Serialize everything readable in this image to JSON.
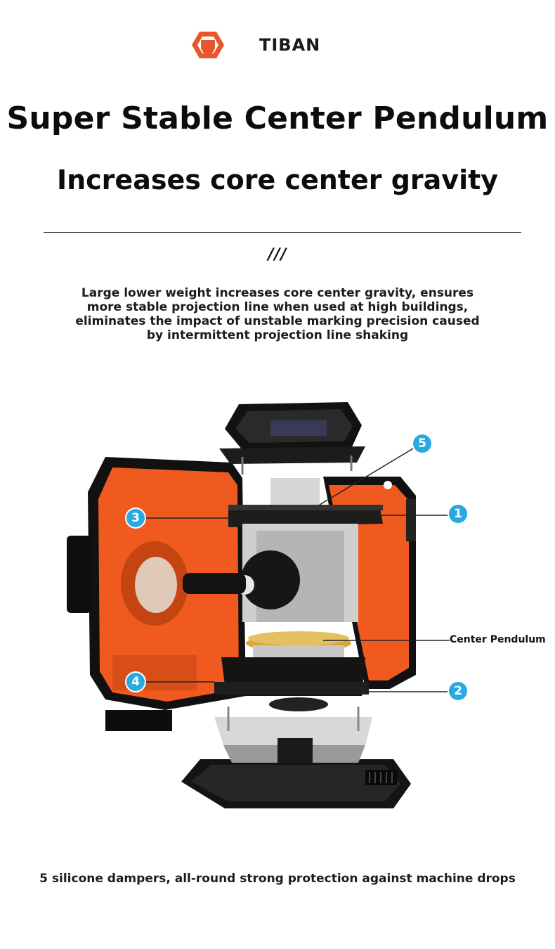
{
  "brand": {
    "name": "TIBAN",
    "logo_icon": "tiban-hexagon-logo-icon",
    "accent_color": "#e8562a"
  },
  "heading": {
    "title": "Super Stable Center Pendulum",
    "subtitle": "Increases core center gravity"
  },
  "separator_glyph": "///",
  "description": "Large lower weight increases core center gravity, ensures more stable projection line when used at high buildings, eliminates the impact of unstable marking precision caused by intermittent projection line shaking",
  "illustration": {
    "subject": "laser-level-exploded-icon",
    "body_color": "#f05a1e",
    "callouts": {
      "c1": "1",
      "c2": "2",
      "c3": "3",
      "c4": "4",
      "c5": "5",
      "center_pendulum": "Center Pendulum"
    },
    "badge_color": "#29a9e0"
  },
  "footer": {
    "text": "5 silicone dampers, all-round strong protection against machine drops"
  }
}
